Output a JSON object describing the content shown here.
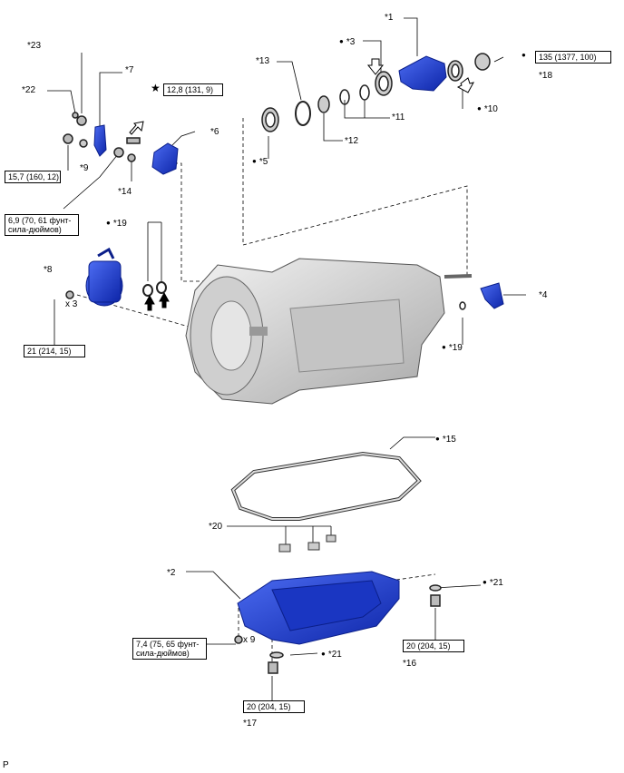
{
  "callouts": {
    "c1": "*1",
    "c2": "*2",
    "c3": "*3",
    "c4": "*4",
    "c5": "*5",
    "c6": "*6",
    "c7": "*7",
    "c8": "*8",
    "c9": "*9",
    "c10": "*10",
    "c11": "*11",
    "c12": "*12",
    "c13": "*13",
    "c14": "*14",
    "c15": "*15",
    "c16": "*16",
    "c17": "*17",
    "c18": "*18",
    "c19a": "*19",
    "c19b": "*19",
    "c20": "*20",
    "c21a": "*21",
    "c21b": "*21",
    "c22": "*22",
    "c23": "*23"
  },
  "torque": {
    "t135": "135 (1377, 100)",
    "t12_8": "12,8 (131, 9)",
    "t15_7": "15,7 (160, 12)",
    "t6_9": "6,9 (70, 61 фунт-сила-дюймов)",
    "t21": "21 (214, 15)",
    "t7_4": "7,4 (75, 65 фунт-сила-дюймов)",
    "t20a": "20 (204, 15)",
    "t20b": "20 (204, 15)"
  },
  "qty": {
    "x3": "x 3",
    "x9": "x 9"
  },
  "star": "★",
  "footer": "P",
  "colors": {
    "part_blue": "#1f3fd6",
    "part_blue_dark": "#0b1f8a",
    "case_gray": "#d9d9d9",
    "line": "#000000"
  }
}
